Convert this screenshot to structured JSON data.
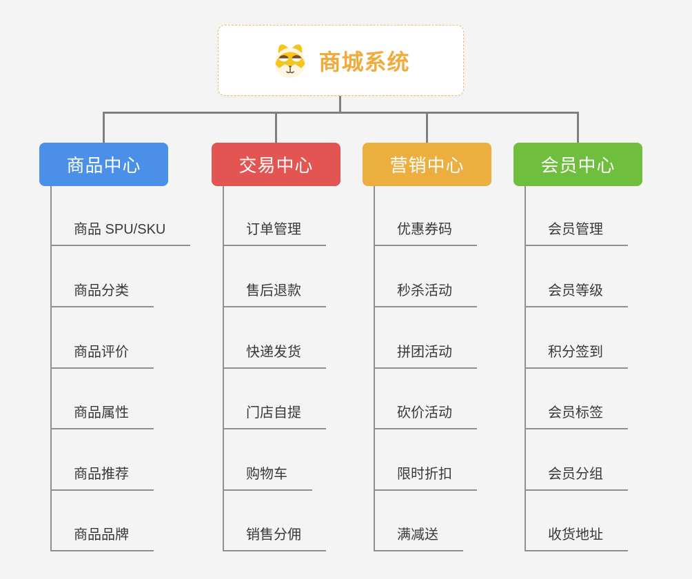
{
  "canvas": {
    "background": "#f4f4f4",
    "connector_color": "#7f7f7f",
    "branch_line_color": "#8f8f8f"
  },
  "root": {
    "title": "商城系统",
    "icon": "dog-face-icon",
    "title_color": "#f0ab3c",
    "border_color": "#f2bd66"
  },
  "branches": [
    {
      "label": "商品中心",
      "color": "#4a90e8",
      "items": [
        "商品 SPU/SKU",
        "商品分类",
        "商品评价",
        "商品属性",
        "商品推荐",
        "商品品牌"
      ]
    },
    {
      "label": "交易中心",
      "color": "#e25552",
      "items": [
        "订单管理",
        "售后退款",
        "快递发货",
        "门店自提",
        "购物车",
        "销售分佣"
      ]
    },
    {
      "label": "营销中心",
      "color": "#ecae3e",
      "items": [
        "优惠券码",
        "秒杀活动",
        "拼团活动",
        "砍价活动",
        "限时折扣",
        "满减送"
      ]
    },
    {
      "label": "会员中心",
      "color": "#6fbe3e",
      "items": [
        "会员管理",
        "会员等级",
        "积分签到",
        "会员标签",
        "会员分组",
        "收货地址"
      ]
    }
  ]
}
